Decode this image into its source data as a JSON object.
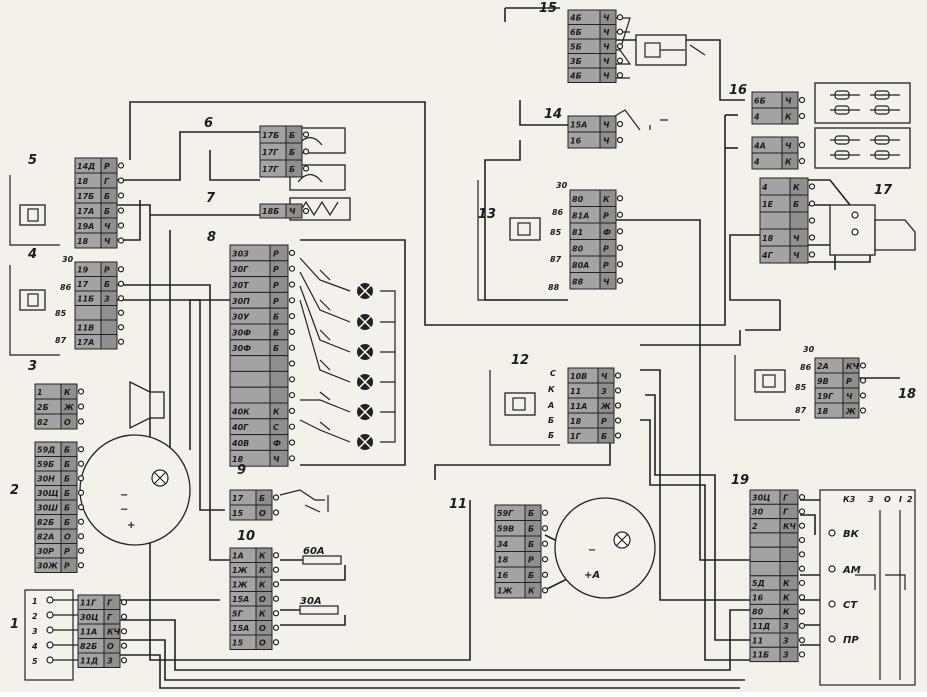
{
  "diagram": {
    "component_numbers": [
      "1",
      "2",
      "3",
      "4",
      "5",
      "6",
      "7",
      "8",
      "9",
      "10",
      "11",
      "12",
      "13",
      "14",
      "15",
      "16",
      "17",
      "18",
      "19"
    ],
    "blocks": {
      "b15": {
        "pins": [
          "4Б",
          "6Б",
          "5Б",
          "3Б",
          "4Б"
        ],
        "codes": [
          "Ч",
          "Ч",
          "Ч",
          "Ч",
          "Ч"
        ]
      },
      "b16a": {
        "pins": [
          "6Б",
          "4"
        ],
        "codes": [
          "Ч",
          "К"
        ]
      },
      "b16b": {
        "pins": [
          "4А",
          "4"
        ],
        "codes": [
          "Ч",
          "К"
        ]
      },
      "b14": {
        "pins": [
          "15А",
          "16"
        ],
        "codes": [
          "Ч",
          "Ч"
        ]
      },
      "b6": {
        "pins": [
          "17Б",
          "17Г",
          "17Г"
        ],
        "codes": [
          "Б",
          "Б",
          "Б"
        ]
      },
      "b7": {
        "pins": [
          "18Б"
        ],
        "codes": [
          "Ч"
        ]
      },
      "b5": {
        "pins": [
          "14Д",
          "18",
          "17Б",
          "17А",
          "19А",
          "18"
        ],
        "codes": [
          "Р",
          "Г",
          "Б",
          "Б",
          "Ч",
          "Ч"
        ]
      },
      "b4": {
        "pins": [
          "19",
          "17",
          "11Б",
          "",
          "11В",
          "17А"
        ],
        "codes": [
          "Р",
          "Б",
          "З",
          "",
          "",
          ""
        ]
      },
      "b13": {
        "pins": [
          "80",
          "81А",
          "81",
          "80",
          "80А",
          "88"
        ],
        "codes": [
          "К",
          "Р",
          "Ф",
          "Р",
          "Р",
          "Ч"
        ]
      },
      "b17": {
        "pins": [
          "4",
          "1Е",
          "",
          "18",
          "4Г"
        ],
        "codes": [
          "К",
          "Б",
          "",
          "Ч",
          "Ч"
        ]
      },
      "b8": {
        "pins": [
          "30З",
          "30Г",
          "30Т",
          "30П",
          "30У",
          "30Ф",
          "30Ф",
          "",
          "",
          "",
          "40К",
          "40Г",
          "40В",
          "18"
        ],
        "codes": [
          "Р",
          "Р",
          "Р",
          "Р",
          "Б",
          "Б",
          "Б",
          "",
          "",
          "",
          "К",
          "С",
          "Ф",
          "Ч"
        ]
      },
      "b3": {
        "pins": [
          "1",
          "2Б",
          "82"
        ],
        "codes": [
          "К",
          "Ж",
          "О"
        ]
      },
      "b2": {
        "pins": [
          "59Д",
          "59Б",
          "30Н",
          "30Щ",
          "30Ш",
          "82Б",
          "82А",
          "30Р",
          "30Ж"
        ],
        "codes": [
          "Б",
          "Б",
          "Б",
          "Б",
          "Б",
          "Б",
          "О",
          "Р",
          "Р"
        ]
      },
      "b12": {
        "pins": [
          "10В",
          "11",
          "11А",
          "18",
          "1Г"
        ],
        "codes": [
          "Ч",
          "З",
          "Ж",
          "Р",
          "Б"
        ]
      },
      "b18": {
        "pins": [
          "2А",
          "9В",
          "19Г",
          "18"
        ],
        "codes": [
          "КЧ",
          "Р",
          "Ч",
          "Ж"
        ]
      },
      "b9": {
        "pins": [
          "17",
          "15"
        ],
        "codes": [
          "Б",
          "О"
        ]
      },
      "b10": {
        "pins": [
          "1А",
          "1Ж",
          "1Ж",
          "15А",
          "5Г",
          "15А",
          "15"
        ],
        "codes": [
          "К",
          "К",
          "К",
          "О",
          "К",
          "О",
          "О"
        ]
      },
      "b11": {
        "pins": [
          "59Г",
          "59В",
          "34",
          "18",
          "16",
          "1Ж"
        ],
        "codes": [
          "Б",
          "Б",
          "Б",
          "Р",
          "Б",
          "К"
        ]
      },
      "b1": {
        "pins": [
          "11Г",
          "30Ц",
          "11А",
          "82Б",
          "11Д"
        ],
        "codes": [
          "Г",
          "Г",
          "КЧ",
          "О",
          "З"
        ]
      },
      "b19": {
        "pins": [
          "30Ц",
          "30",
          "2",
          "",
          "",
          "",
          "5Д",
          "16",
          "80",
          "11Д",
          "11",
          "11Б"
        ],
        "codes": [
          "Г",
          "Г",
          "КЧ",
          "",
          "",
          "",
          "К",
          "К",
          "К",
          "З",
          "З",
          "З"
        ]
      }
    },
    "connector_1_terminals": [
      "1",
      "2",
      "3",
      "4",
      "5"
    ],
    "relay_terminals": {
      "r4": [
        "30",
        "86",
        "85",
        "87"
      ],
      "r13": [
        "30",
        "86",
        "85",
        "87",
        "88"
      ],
      "r12": [
        "С",
        "К",
        "А",
        "Б",
        "Б"
      ],
      "r18": [
        "30",
        "86",
        "85",
        "87"
      ]
    },
    "gauge_2_terminals": [
      "−",
      "~",
      "+"
    ],
    "gauge_11_terminals": [
      "−",
      "+А"
    ],
    "fuse_labels": [
      "60А",
      "30А"
    ],
    "switch_19": {
      "positions": [
        "КЗ",
        "З",
        "О",
        "I",
        "2"
      ],
      "contacts": [
        "ВК",
        "АМ",
        "СТ",
        "ПР"
      ]
    }
  }
}
